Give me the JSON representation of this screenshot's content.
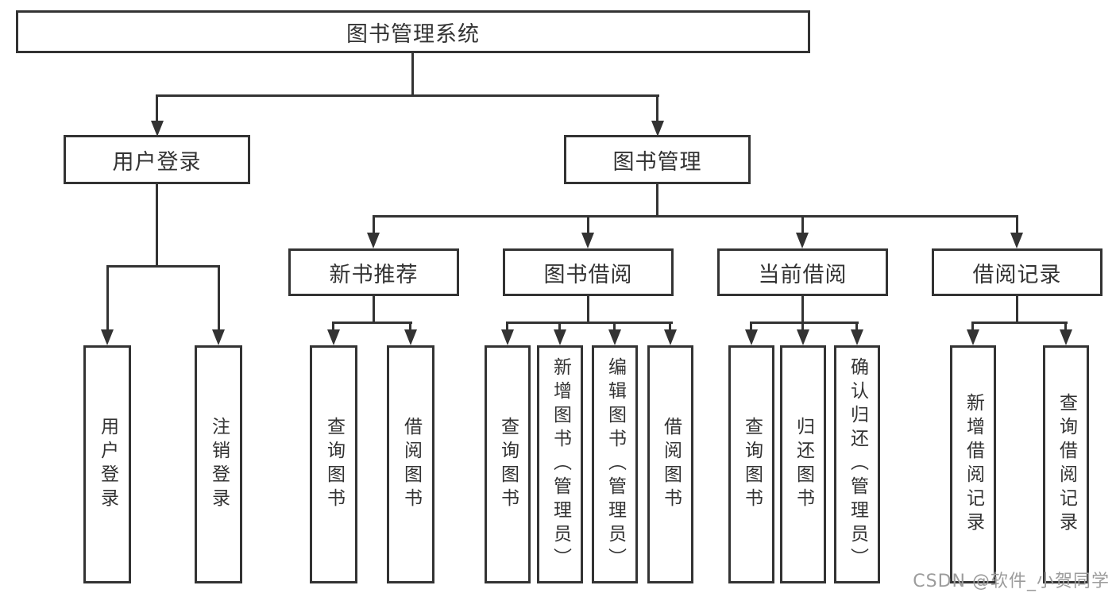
{
  "colors": {
    "line": "#333333",
    "text": "#333333",
    "watermark": "#9c9c9c",
    "background": "#ffffff"
  },
  "diagram": {
    "root": {
      "label": "图书管理系统"
    },
    "level2": [
      {
        "label": "用户登录",
        "children": [
          {
            "label": "用户登录"
          },
          {
            "label": "注销登录"
          }
        ]
      },
      {
        "label": "图书管理",
        "children": [
          {
            "label": "新书推荐",
            "children": [
              {
                "label": "查询图书"
              },
              {
                "label": "借阅图书"
              }
            ]
          },
          {
            "label": "图书借阅",
            "children": [
              {
                "label": "查询图书"
              },
              {
                "label": "新增图书（管理员）"
              },
              {
                "label": "编辑图书（管理员）"
              },
              {
                "label": "借阅图书"
              }
            ]
          },
          {
            "label": "当前借阅",
            "children": [
              {
                "label": "查询图书"
              },
              {
                "label": "归还图书"
              },
              {
                "label": "确认归还（管理员）"
              }
            ]
          },
          {
            "label": "借阅记录",
            "children": [
              {
                "label": "新增借阅记录"
              },
              {
                "label": "查询借阅记录"
              }
            ]
          }
        ]
      }
    ]
  },
  "watermark": {
    "text": "CSDN @软件_小贺同学"
  }
}
